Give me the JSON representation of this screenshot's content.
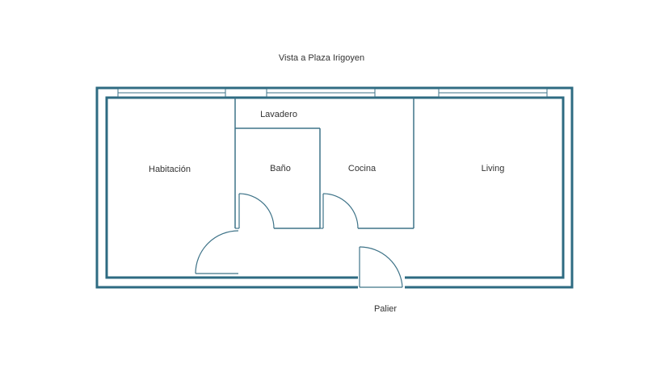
{
  "colors": {
    "wall": "#2e6b82",
    "line": "#3e7388",
    "text": "#333333",
    "background": "#ffffff"
  },
  "labels": {
    "view": "Vista a Plaza Irigoyen",
    "lavadero": "Lavadero",
    "habitacion": "Habitación",
    "bano": "Baño",
    "cocina": "Cocina",
    "living": "Living",
    "palier": "Palier"
  }
}
